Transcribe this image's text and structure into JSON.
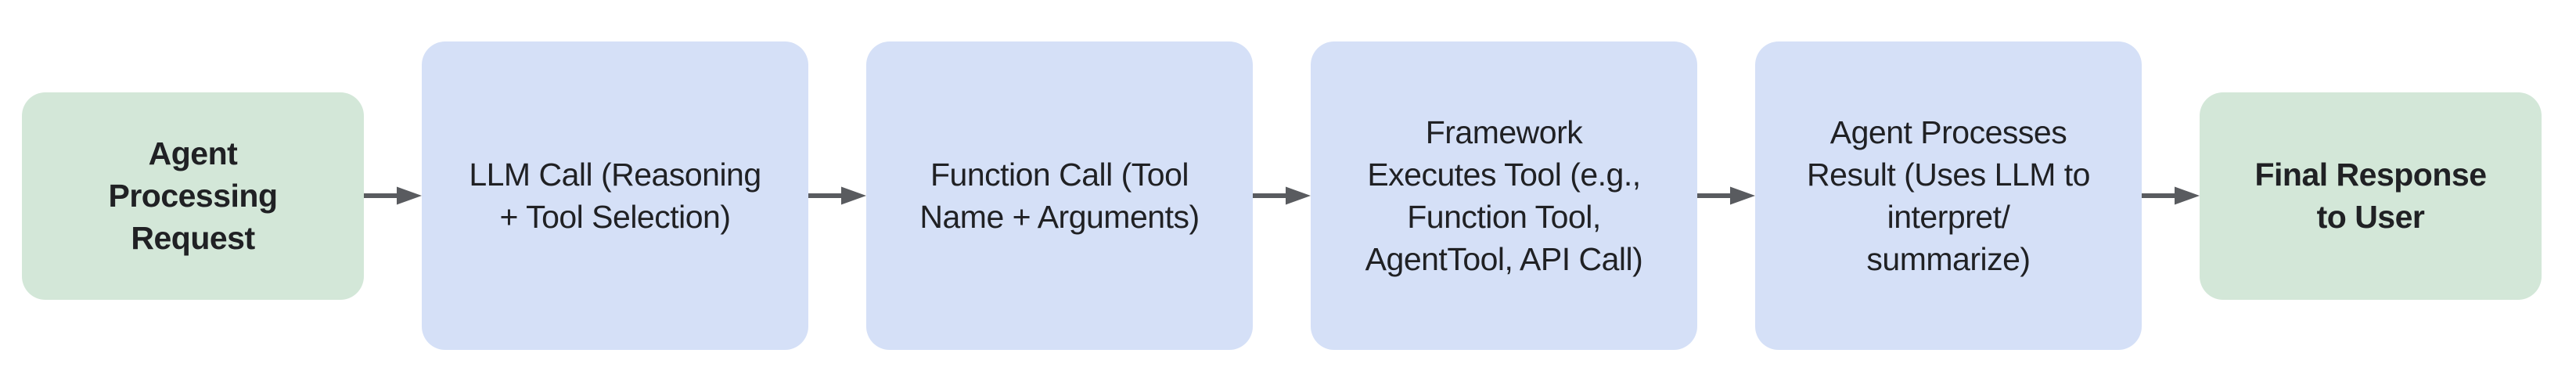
{
  "diagram": {
    "description": "Agent tool-use processing pipeline flowchart",
    "direction": "left-to-right",
    "connector_style": "solid-arrow-right",
    "nodes": [
      {
        "id": "agent-processing-request",
        "type": "start",
        "color_role": "green",
        "label": "Agent\nProcessing\nRequest"
      },
      {
        "id": "llm-call",
        "type": "process",
        "color_role": "blue",
        "label": "LLM Call (Reasoning\n+ Tool Selection)"
      },
      {
        "id": "function-call",
        "type": "process",
        "color_role": "blue",
        "label": "Function Call (Tool\nName + Arguments)"
      },
      {
        "id": "framework-executes-tool",
        "type": "process",
        "color_role": "blue",
        "label": "Framework\nExecutes Tool (e.g.,\nFunction Tool,\nAgentTool, API Call)"
      },
      {
        "id": "agent-processes-result",
        "type": "process",
        "color_role": "blue",
        "label": "Agent Processes\nResult (Uses LLM to\ninterpret/\nsummarize)"
      },
      {
        "id": "final-response-to-user",
        "type": "end",
        "color_role": "green",
        "label": "Final Response\nto User"
      }
    ],
    "edges": [
      {
        "from": "agent-processing-request",
        "to": "llm-call"
      },
      {
        "from": "llm-call",
        "to": "function-call"
      },
      {
        "from": "function-call",
        "to": "framework-executes-tool"
      },
      {
        "from": "framework-executes-tool",
        "to": "agent-processes-result"
      },
      {
        "from": "agent-processes-result",
        "to": "final-response-to-user"
      }
    ],
    "colors": {
      "green": "#d3e7d8",
      "blue": "#d5e0f7",
      "arrow": "#595b5f",
      "text": "#202124",
      "bg": "#ffffff"
    }
  }
}
